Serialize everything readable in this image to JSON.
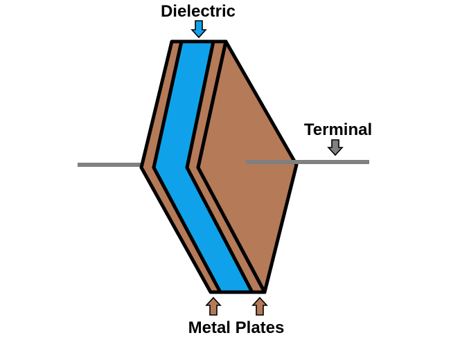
{
  "labels": {
    "dielectric": "Dielectric",
    "terminal": "Terminal",
    "metal_plates": "Metal Plates"
  },
  "colors": {
    "metal": "#B57A58",
    "dielectric": "#0FA2EA",
    "terminal_wire": "#808080",
    "outline": "#000000",
    "arrow_blue": "#0FA2EA",
    "arrow_gray": "#808080",
    "arrow_copper": "#B57A58",
    "text": "#000000"
  },
  "icons": {
    "dielectric_pointer": "arrow-down-icon",
    "terminal_pointer": "arrow-down-icon",
    "metal_plate_pointer": "arrow-up-icon"
  }
}
